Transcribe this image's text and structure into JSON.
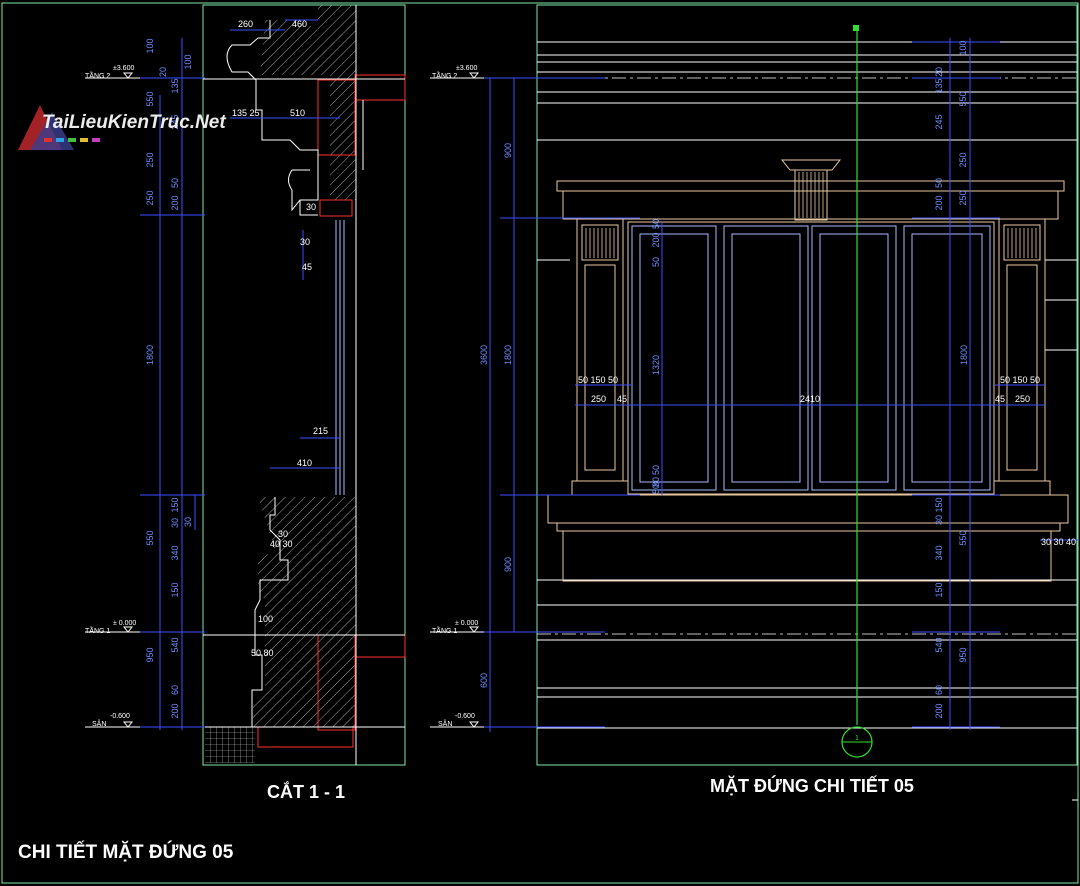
{
  "watermark": {
    "text": "TaiLieuKienTruc.Net"
  },
  "titles": {
    "section": "CẮT 1 - 1",
    "elevation": "MẶT ĐỨNG CHI TIẾT 05",
    "sheet": "CHI TIẾT MẶT ĐỨNG 05"
  },
  "levels": {
    "floor2_name": "TẦNG 2",
    "floor2_value": "±3.600",
    "floor1_name": "TẦNG 1",
    "floor1_value": "± 0.000",
    "ground_name": "SÂN",
    "ground_value": "-0.600"
  },
  "section_dims": {
    "top_260": "260",
    "top_460": "460",
    "d_135_25": "135 25",
    "d_510": "510",
    "d_30a": "30",
    "d_30b": "30",
    "d_45": "45",
    "d_215": "215",
    "d_410": "410",
    "d_30c": "30",
    "d_40_30": "40 30",
    "d_100": "100",
    "d_50_80": "50 80",
    "left_col": [
      "100",
      "20",
      "135",
      "550",
      "245",
      "250",
      "50",
      "250",
      "200",
      "1800",
      "150",
      "30",
      "550",
      "340",
      "150",
      "540",
      "950",
      "60",
      "200"
    ],
    "right_col": [
      "100",
      "30"
    ]
  },
  "elev_dims": {
    "d_3600": "3600",
    "d_900a": "900",
    "d_1800": "1800",
    "d_900b": "900",
    "d_600": "600",
    "inner_1800": "1800",
    "panel": [
      "50",
      "200",
      "50",
      "1320",
      "50",
      "80",
      "50"
    ],
    "d_2410": "2410",
    "left_row1": "50 150 50",
    "left_row2": "250",
    "left_45": "45",
    "right_row1": "50 150 50",
    "right_row2": "250",
    "right_45": "45",
    "right_base": "30 30 40",
    "right_col": [
      "100",
      "20",
      "135",
      "550",
      "245",
      "250",
      "50",
      "200",
      "250",
      "1800",
      "150",
      "30",
      "340",
      "550",
      "150",
      "540",
      "950",
      "60",
      "200"
    ]
  },
  "axis_label": "1"
}
